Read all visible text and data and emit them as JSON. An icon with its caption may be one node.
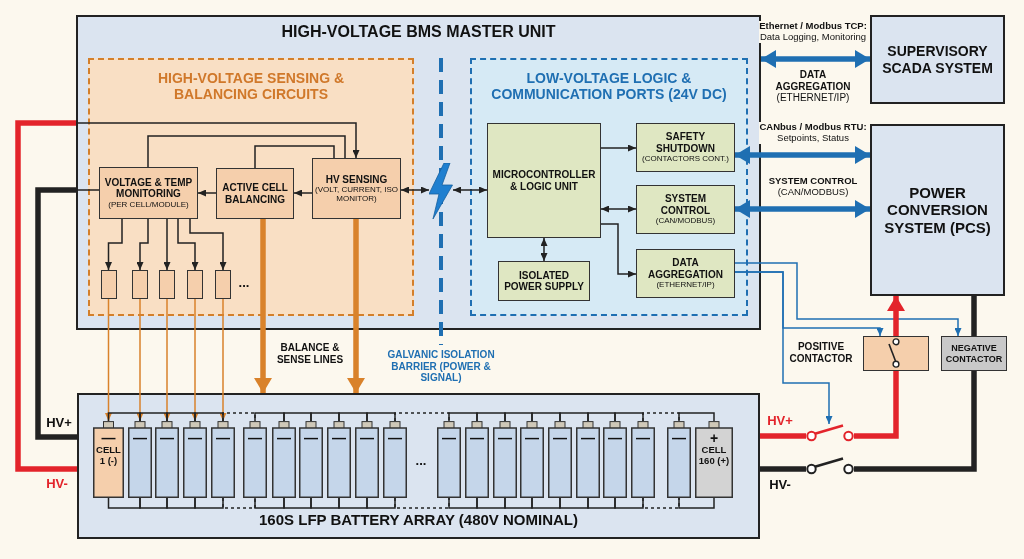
{
  "diagram": {
    "nodes": [
      {
        "text": [
          "HIGH-VOLTAGE BMS MASTER UNIT"
        ]
      },
      {
        "text": [
          "HIGH-VOLTAGE SENSING & BALANCING CIRCUITS"
        ],
        "in": 0
      },
      {
        "text": [
          "VOLTAGE & TEMP MONITORING",
          "(PER CELL/MODULE)"
        ],
        "in": 1
      },
      {
        "text": [
          "ACTIVE CELL BALANCING"
        ],
        "in": 1
      },
      {
        "text": [
          "HV SENSING",
          "(VOLT, CURRENT, ISO MONITOR)"
        ],
        "in": 1
      },
      {
        "text": [],
        "shape": "box",
        "in": 1
      },
      {
        "text": [],
        "shape": "box",
        "in": 1
      },
      {
        "text": [],
        "shape": "box",
        "in": 1
      },
      {
        "text": [],
        "shape": "box",
        "in": 1
      },
      {
        "text": [],
        "shape": "box",
        "in": 1
      },
      {
        "text": [],
        "shape": "lightning",
        "in": 0
      },
      {
        "text": [
          "LOW-VOLTAGE LOGIC & COMMUNICATION PORTS (24V DC)"
        ],
        "in": 0
      },
      {
        "text": [
          "MICROCONTROLLER & LOGIC UNIT"
        ],
        "in": 11
      },
      {
        "text": [
          "SAFETY SHUTDOWN",
          "(CONTACTORS CONT.)"
        ],
        "in": 11
      },
      {
        "text": [
          "SYSTEM CONTROL",
          "(CAN/MODBUS)"
        ],
        "in": 11
      },
      {
        "text": [
          "ISOLATED POWER SUPPLY"
        ],
        "in": 11
      },
      {
        "text": [
          "DATA AGGREGATION",
          "(ETHERNET/IP)"
        ],
        "in": 11
      },
      {
        "text": [
          "SUPERVISORY SCADA SYSTEM"
        ]
      },
      {
        "text": [
          "POWER CONVERSION SYSTEM (PCS)"
        ]
      },
      {
        "text": [],
        "shape": "box",
        "beside": [
          "POSITIVE CONTACTOR"
        ]
      },
      {
        "text": [
          "NEGATIVE CONTACTOR"
        ]
      },
      {
        "text": [
          "160S LFP BATTERY ARRAY (480V NOMINAL)"
        ]
      },
      {
        "text": [
          "—",
          "CELL 1 (-)"
        ],
        "in": 21
      },
      {
        "text": [
          "—"
        ],
        "in": 21
      },
      {
        "text": [
          "—"
        ],
        "in": 21
      },
      {
        "text": [
          "—"
        ],
        "in": 21
      },
      {
        "text": [
          "—"
        ],
        "in": 21
      },
      {
        "text": [
          "—"
        ],
        "in": 21
      },
      {
        "text": [
          "—"
        ],
        "in": 21
      },
      {
        "text": [
          "—"
        ],
        "in": 21
      },
      {
        "text": [
          "—"
        ],
        "in": 21
      },
      {
        "text": [
          "—"
        ],
        "in": 21
      },
      {
        "text": [
          "—"
        ],
        "in": 21
      },
      {
        "text": [
          "—"
        ],
        "in": 21
      },
      {
        "text": [
          "—"
        ],
        "in": 21
      },
      {
        "text": [
          "—"
        ],
        "in": 21
      },
      {
        "text": [
          "—"
        ],
        "in": 21
      },
      {
        "text": [
          "—"
        ],
        "in": 21
      },
      {
        "text": [
          "—"
        ],
        "in": 21
      },
      {
        "text": [
          "—"
        ],
        "in": 21
      },
      {
        "text": [
          "—"
        ],
        "in": 21
      },
      {
        "text": [
          "—"
        ],
        "in": 21
      },
      {
        "text": [
          "+",
          "CELL 160 (+)"
        ],
        "in": 21
      },
      {
        "text": [],
        "shape": "switch"
      },
      {
        "text": [],
        "shape": "switch"
      }
    ],
    "edges": [
      {
        "from": 21,
        "to": 0,
        "arrow": "none",
        "label": "HV-",
        "style": "thick",
        "color": "#e3242b"
      },
      {
        "from": 0,
        "to": 4,
        "arrow": "to"
      },
      {
        "from": 21,
        "to": 0,
        "arrow": "none",
        "label": "HV+",
        "style": "thick"
      },
      {
        "from": 0,
        "to": 2,
        "arrow": "none"
      },
      {
        "from": 4,
        "to": 3,
        "arrow": "to"
      },
      {
        "from": 3,
        "to": 2,
        "arrow": "to"
      },
      {
        "from": 2,
        "to": 4,
        "arrow": "none"
      },
      {
        "from": 3,
        "to": 4,
        "arrow": "none"
      },
      {
        "from": 2,
        "to": 5,
        "arrow": "to"
      },
      {
        "from": 2,
        "to": 6,
        "arrow": "to"
      },
      {
        "from": 2,
        "to": 7,
        "arrow": "to"
      },
      {
        "from": 2,
        "to": 8,
        "arrow": "to"
      },
      {
        "from": 2,
        "to": 9,
        "arrow": "to"
      },
      {
        "from": 5,
        "to": 22,
        "arrow": "to",
        "color": "#d9822b"
      },
      {
        "from": 6,
        "to": 23,
        "arrow": "to",
        "color": "#d9822b"
      },
      {
        "from": 7,
        "to": 24,
        "arrow": "to",
        "color": "#d9822b"
      },
      {
        "from": 8,
        "to": 25,
        "arrow": "to",
        "color": "#d9822b"
      },
      {
        "from": 9,
        "to": 26,
        "arrow": "to",
        "color": "#d9822b"
      },
      {
        "from": 3,
        "to": 21,
        "arrow": "to",
        "style": "thick",
        "color": "#d9822b"
      },
      {
        "from": 4,
        "to": 21,
        "arrow": "to",
        "style": "thick",
        "color": "#d9822b"
      },
      {
        "from": 4,
        "to": 10,
        "arrow": "both"
      },
      {
        "from": 10,
        "to": 12,
        "arrow": "both"
      },
      {
        "from": 12,
        "to": 13,
        "arrow": "to"
      },
      {
        "from": 12,
        "to": 14,
        "arrow": "both"
      },
      {
        "from": 12,
        "to": 16,
        "arrow": "to"
      },
      {
        "from": 12,
        "to": 15,
        "arrow": "both"
      },
      {
        "from": 0,
        "to": 17,
        "arrow": "both",
        "label": "**Ethernet / Modbus TCP:** Data Logging, Monitoring",
        "style": "thick",
        "color": "#1f6fb2"
      },
      {
        "from": 13,
        "to": 18,
        "arrow": "both",
        "label": "**CANbus / Modbus RTU:** Setpoints, Status",
        "style": "thick",
        "color": "#1f6fb2"
      },
      {
        "from": 14,
        "to": 18,
        "arrow": "both",
        "label": "**SYSTEM CONTROL** (CAN/MODBUS)",
        "style": "thick",
        "color": "#1f6fb2"
      },
      {
        "from": 16,
        "to": 20,
        "arrow": "to",
        "color": "#1f6fb2"
      },
      {
        "from": 16,
        "to": 19,
        "arrow": "to",
        "color": "#1f6fb2"
      },
      {
        "from": 16,
        "to": 43,
        "arrow": "to",
        "color": "#1f6fb2"
      },
      {
        "from": 21,
        "to": 43,
        "arrow": "none",
        "label": "HV+",
        "style": "thick",
        "color": "#e3242b"
      },
      {
        "from": 43,
        "to": 19,
        "arrow": "none",
        "style": "thick",
        "color": "#e3242b"
      },
      {
        "from": 19,
        "to": 18,
        "arrow": "to",
        "style": "thick",
        "color": "#e3242b"
      },
      {
        "from": 21,
        "to": 44,
        "arrow": "none",
        "label": "HV-",
        "style": "thick"
      },
      {
        "from": 44,
        "to": 20,
        "arrow": "none",
        "style": "thick"
      },
      {
        "from": 20,
        "to": 18,
        "arrow": "none",
        "style": "thick"
      },
      {
        "from": 22,
        "to": 23,
        "arrow": "none"
      },
      {
        "from": 23,
        "to": 24,
        "arrow": "none"
      },
      {
        "from": 24,
        "to": 25,
        "arrow": "none"
      },
      {
        "from": 25,
        "to": 26,
        "arrow": "none"
      },
      {
        "from": 26,
        "to": 27,
        "arrow": "none",
        "style": "dashed"
      },
      {
        "from": 27,
        "to": 28,
        "arrow": "none"
      },
      {
        "from": 28,
        "to": 29,
        "arrow": "none"
      },
      {
        "from": 29,
        "to": 30,
        "arrow": "none"
      },
      {
        "from": 30,
        "to": 31,
        "arrow": "none"
      },
      {
        "from": 31,
        "to": 32,
        "arrow": "none"
      },
      {
        "from": 32,
        "to": 33,
        "arrow": "none",
        "style": "dashed"
      },
      {
        "from": 33,
        "to": 34,
        "arrow": "none"
      },
      {
        "from": 34,
        "to": 35,
        "arrow": "none"
      },
      {
        "from": 35,
        "to": 36,
        "arrow": "none"
      },
      {
        "from": 36,
        "to": 37,
        "arrow": "none"
      },
      {
        "from": 37,
        "to": 38,
        "arrow": "none"
      },
      {
        "from": 38,
        "to": 39,
        "arrow": "none"
      },
      {
        "from": 39,
        "to": 40,
        "arrow": "none"
      },
      {
        "from": 40,
        "to": 41,
        "arrow": "none",
        "style": "dashed"
      },
      {
        "from": 41,
        "to": 42,
        "arrow": "none"
      }
    ],
    "labels": [
      "**DATA AGGREGATION** (ETHERNET/IP)",
      "...",
      "BALANCE & SENSE LINES",
      "GALVANIC ISOLATION BARRIER (POWER & SIGNAL)",
      "..."
    ]
  }
}
